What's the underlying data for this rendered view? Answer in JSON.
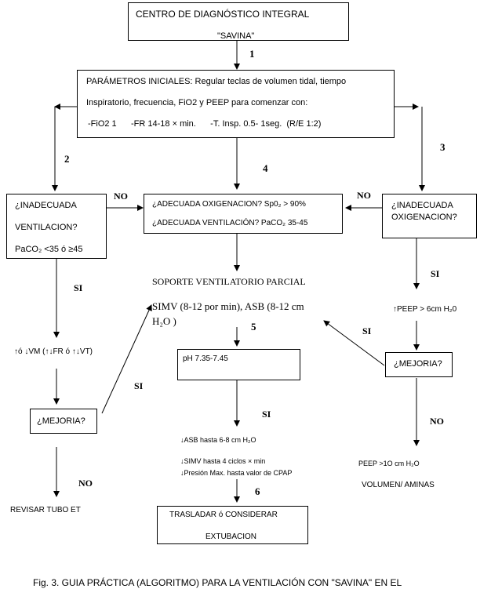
{
  "title_box": {
    "line1": "CENTRO DE DIAGNÓSTICO INTEGRAL",
    "line2": "\"SAVINA\""
  },
  "params_box": {
    "line1": "PARÁMETROS INICIALES: Regular teclas de volumen tidal, tiempo",
    "line2": "Inspiratorio, frecuencia, FiO2 y PEEP para comenzar con:",
    "line3": "-FiO2 1      -FR 14-18 × min.      -T. Insp. 0.5- 1seg.  (R/E 1:2)"
  },
  "left_box": {
    "line1": "¿INADECUADA",
    "line2": "VENTILACION?",
    "line3": "PaCO₂ <35 ó ≥45"
  },
  "center_box": {
    "line1": "¿ADECUADA OXIGENACION? Sp0₂ > 90%",
    "line2": "¿ADECUADA VENTILACIÓN? PaCO₂ 35-45"
  },
  "right_box": {
    "line1": "¿INADECUADA",
    "line2": "OXIGENACION?"
  },
  "support": {
    "line1": "SOPORTE VENTILATORIO PARCIAL",
    "line2": "SIMV (8-12 por min), ASB (8-12 cm",
    "line3": "H₂O )"
  },
  "ph_box": "pH 7.35-7.45",
  "left_adjust": "↑ó ↓VM (↑↓FR ó ↑↓VT)",
  "left_mejoria": "¿MEJORIA?",
  "revisar": "REVISAR TUBO ET",
  "right_peep": "↑PEEP > 6cm H₂0",
  "right_mejoria": "¿MEJORIA?",
  "right_no_text": {
    "line1": "PEEP >1O cm H₂O",
    "line2": "VOLUMEN/ AMINAS"
  },
  "center_steps": {
    "line1": "↓ASB  hasta 6-8 cm H₂O",
    "line2": "↓SIMV hasta 4 ciclos × min",
    "line3": "↓Presión Max. hasta valor de CPAP"
  },
  "trasladar_box": {
    "line1": "TRASLADAR ó  CONSIDERAR",
    "line2": "EXTUBACION"
  },
  "numbers": {
    "n1": "1",
    "n2": "2",
    "n3": "3",
    "n4": "4",
    "n5": "5",
    "n6": "6"
  },
  "labels": {
    "no": "NO",
    "si": "SI"
  },
  "caption": "Fig. 3. GUIA PRÁCTICA (ALGORITMO) PARA LA VENTILACIÓN CON \"SAVINA\" EN EL"
}
